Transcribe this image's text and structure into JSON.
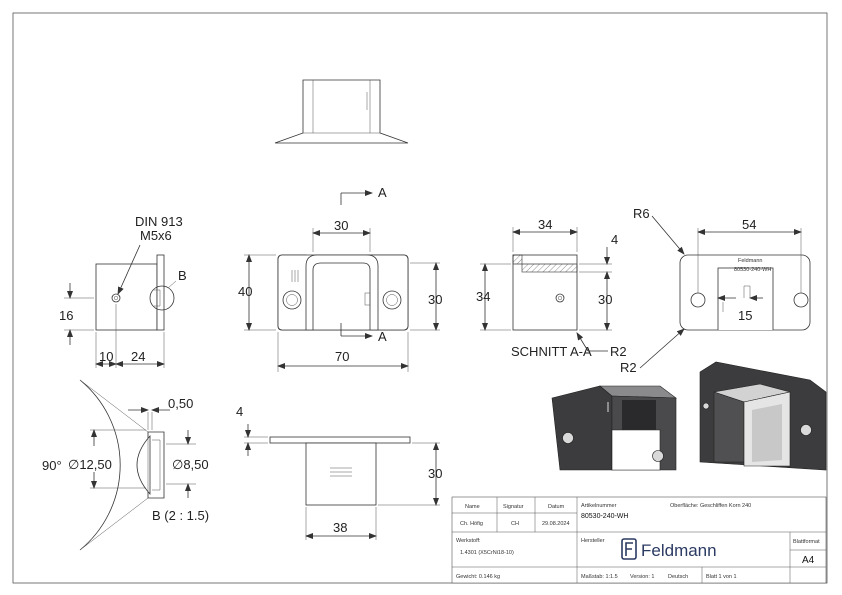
{
  "dimensions": {
    "din": "DIN 913",
    "screw": "M5x6",
    "b_label": "B",
    "d16": "16",
    "d10": "10",
    "d24": "24",
    "d30_top": "30",
    "d40": "40",
    "d30_right": "30",
    "d70": "70",
    "section_label": "A",
    "d34_top": "34",
    "d4_side": "4",
    "d34_left": "34",
    "d30_side": "30",
    "section_title": "SCHNITT A-A",
    "r2": "R2",
    "r6": "R6",
    "d54": "54",
    "d15": "15",
    "r2b": "R2",
    "d050": "0,50",
    "d90": "90°",
    "d1250": "∅12,50",
    "d850": "∅8,50",
    "detail_title": "B (2 : 1.5)",
    "d4_bottom": "4",
    "d30_bottom": "30",
    "d38": "38"
  },
  "title_block": {
    "name_label": "Name",
    "signatur_label": "Signatur",
    "datum_label": "Datum",
    "name_value": "Ch. Höfig",
    "signatur_value": "CH",
    "datum_value": "29.08.2024",
    "artikel_label": "Artikelnummer",
    "artikel_value": "80530-240-WH",
    "oberflaeche": "Oberfläche: Geschliffen Korn 240",
    "werkstoff_label": "Werkstoff:",
    "werkstoff_value": "1.4301 (X5CrNi18-10)",
    "hersteller_label": "Hersteller",
    "brand": "Feldmann",
    "blattformat_label": "Blattformat",
    "blattformat_value": "A4",
    "gewicht": "Gewicht: 0.146 kg",
    "massstab": "Maßstab: 1:1.5",
    "version": "Version: 1",
    "sprache": "Deutsch",
    "blatt": "Blatt 1 von 1"
  },
  "part_engraving": {
    "brand_small": "Feldmann",
    "code": "80530-240-WH"
  }
}
